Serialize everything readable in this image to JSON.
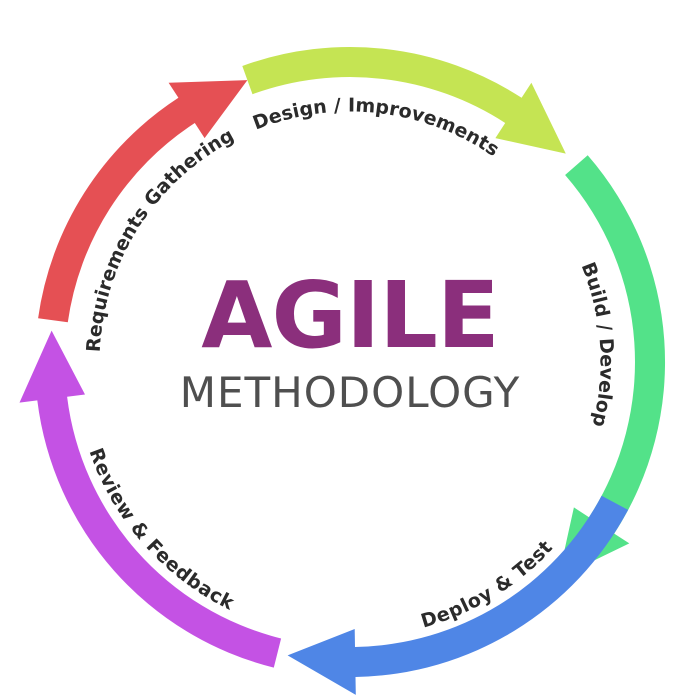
{
  "title": "AGILE",
  "subtitle": "METHODOLOGY",
  "stages": [
    {
      "label": "Design / Improvements",
      "color": "#c5e453"
    },
    {
      "label": "Build / Develop",
      "color": "#53e289"
    },
    {
      "label": "Deploy & Test",
      "color": "#4f86e6"
    },
    {
      "label": "Review & Feedback",
      "color": "#c452e4"
    },
    {
      "label": "Requirements Gathering",
      "color": "#e55054"
    }
  ]
}
